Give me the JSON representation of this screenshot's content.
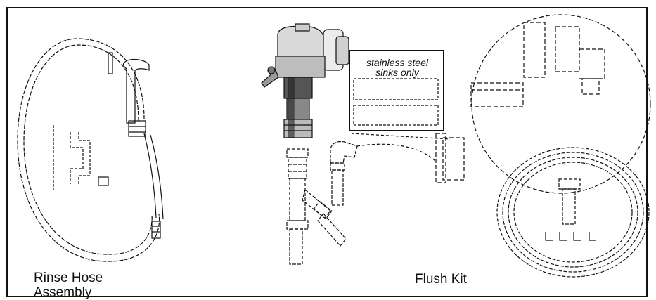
{
  "labels": {
    "rinse_hose_line1": "Rinse Hose",
    "rinse_hose_line2": "Assembly",
    "flush_kit": "Flush Kit",
    "sticker_line1": "stainless steel",
    "sticker_line2": "sinks only"
  },
  "colors": {
    "ink": "#111111",
    "paper": "#ffffff"
  }
}
